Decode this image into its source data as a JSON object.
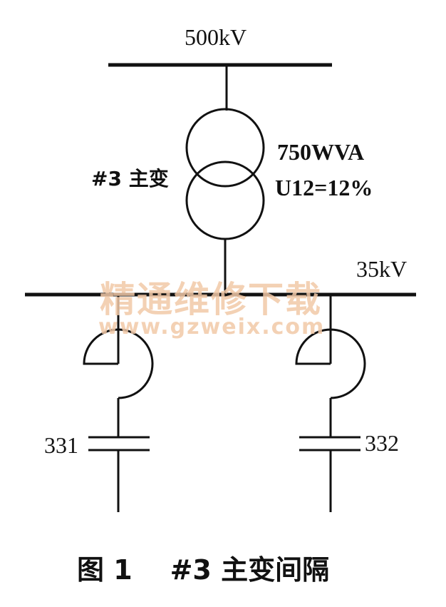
{
  "bus_hv": {
    "label": "500kV"
  },
  "transformer": {
    "name": "#3 主变",
    "rating": "750WVA",
    "impedance": "U12=12%"
  },
  "bus_lv": {
    "label": "35kV"
  },
  "feeders": [
    {
      "id": "331"
    },
    {
      "id": "332"
    }
  ],
  "watermark": {
    "line1": "精通维修下载",
    "line2": "www.gzweix.com"
  },
  "caption": "图 1    #3 主变间隔",
  "colors": {
    "ink": "#111111",
    "watermark": "#f2c9a8"
  }
}
